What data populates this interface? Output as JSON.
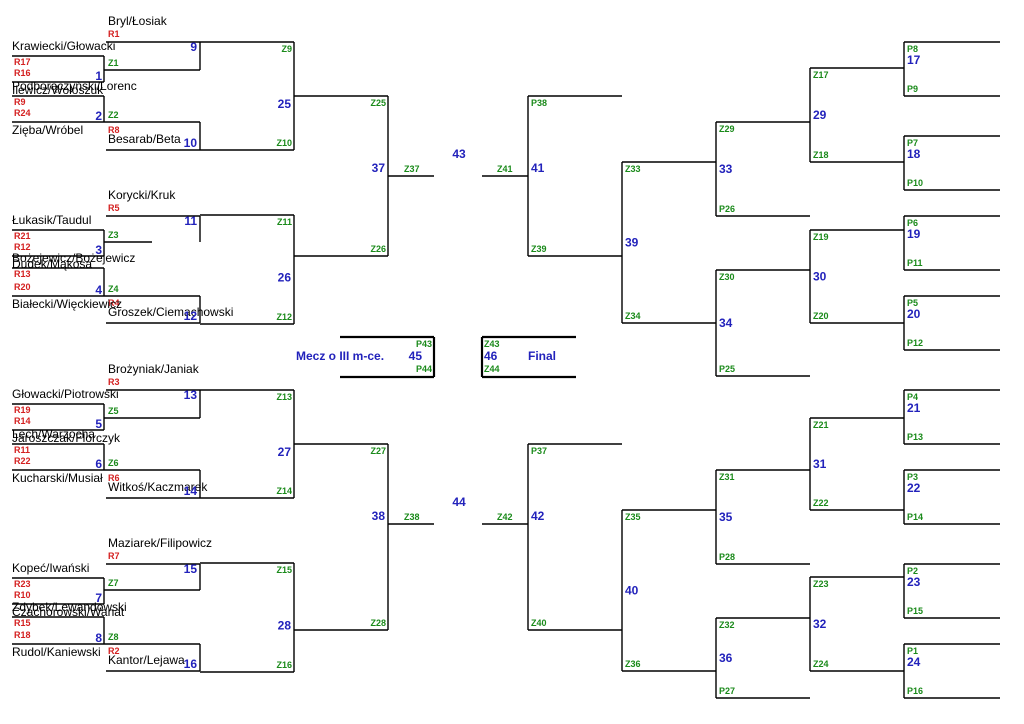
{
  "colors": {
    "line": "#000000",
    "names": "#000000",
    "seed_red": "#d42020",
    "feeder_green": "#1a8a1a",
    "match_blue": "#2222bb"
  },
  "teams": [
    "Bryl/Łosiak",
    "Krawiecki/Głowacki",
    "Ilewicz/Wołoszuk",
    "Podborączyński/Lorenc",
    "Zięba/Wróbel",
    "Besarab/Beta",
    "Korycki/Kruk",
    "Łukasik/Taudul",
    "Dudek/Mąkosa",
    "Bożejewicz/Bożejewicz",
    "Białecki/Więckiewicz",
    "Groszek/Ciemachowski",
    "Brożyniak/Janiak",
    "Głowacki/Piotrowski",
    "Jaroszczak/Florczyk",
    "Lech/Warzocha",
    "Kucharski/Musiał",
    "Witkoś/Kaczmarek",
    "Maziarek/Filipowicz",
    "Kopeć/Iwański",
    "Czachorowski/Wanat",
    "Zdybek/Lewandowski",
    "Rudol/Kaniewski",
    "Kantor/Lejawa"
  ],
  "seed_labels": [
    "R1",
    "R17",
    "R16",
    "R9",
    "R24",
    "R8",
    "R5",
    "R21",
    "R12",
    "R13",
    "R20",
    "R4",
    "R3",
    "R19",
    "R14",
    "R11",
    "R22",
    "R6",
    "R7",
    "R23",
    "R10",
    "R15",
    "R18",
    "R2"
  ],
  "match_numbers": [
    "1",
    "2",
    "3",
    "4",
    "5",
    "6",
    "7",
    "8",
    "9",
    "10",
    "11",
    "12",
    "13",
    "14",
    "15",
    "16",
    "25",
    "26",
    "27",
    "28",
    "37",
    "38",
    "43",
    "44",
    "17",
    "18",
    "19",
    "20",
    "21",
    "22",
    "23",
    "24",
    "29",
    "30",
    "31",
    "32",
    "33",
    "34",
    "35",
    "36",
    "39",
    "40",
    "41",
    "42",
    "45",
    "46"
  ],
  "feeder_labels": [
    "Z1",
    "Z2",
    "Z3",
    "Z4",
    "Z5",
    "Z6",
    "Z7",
    "Z8",
    "Z9",
    "Z10",
    "Z11",
    "Z12",
    "Z13",
    "Z14",
    "Z15",
    "Z16",
    "Z25",
    "Z26",
    "Z27",
    "Z28",
    "Z37",
    "Z38",
    "P8",
    "P9",
    "P7",
    "P10",
    "P6",
    "P11",
    "P5",
    "P12",
    "P4",
    "P13",
    "P3",
    "P14",
    "P2",
    "P15",
    "P1",
    "P16",
    "Z17",
    "Z18",
    "P26",
    "Z19",
    "Z20",
    "P25",
    "Z21",
    "Z22",
    "P28",
    "Z23",
    "Z24",
    "P27",
    "Z29",
    "Z30",
    "Z31",
    "Z32",
    "Z33",
    "Z34",
    "Z35",
    "Z36",
    "P38",
    "Z39",
    "P37",
    "Z40",
    "Z41",
    "Z42",
    "P43",
    "P44",
    "Z43",
    "Z44"
  ],
  "labels": {
    "third_place": "Mecz o III m-ce.",
    "final": "Final"
  }
}
